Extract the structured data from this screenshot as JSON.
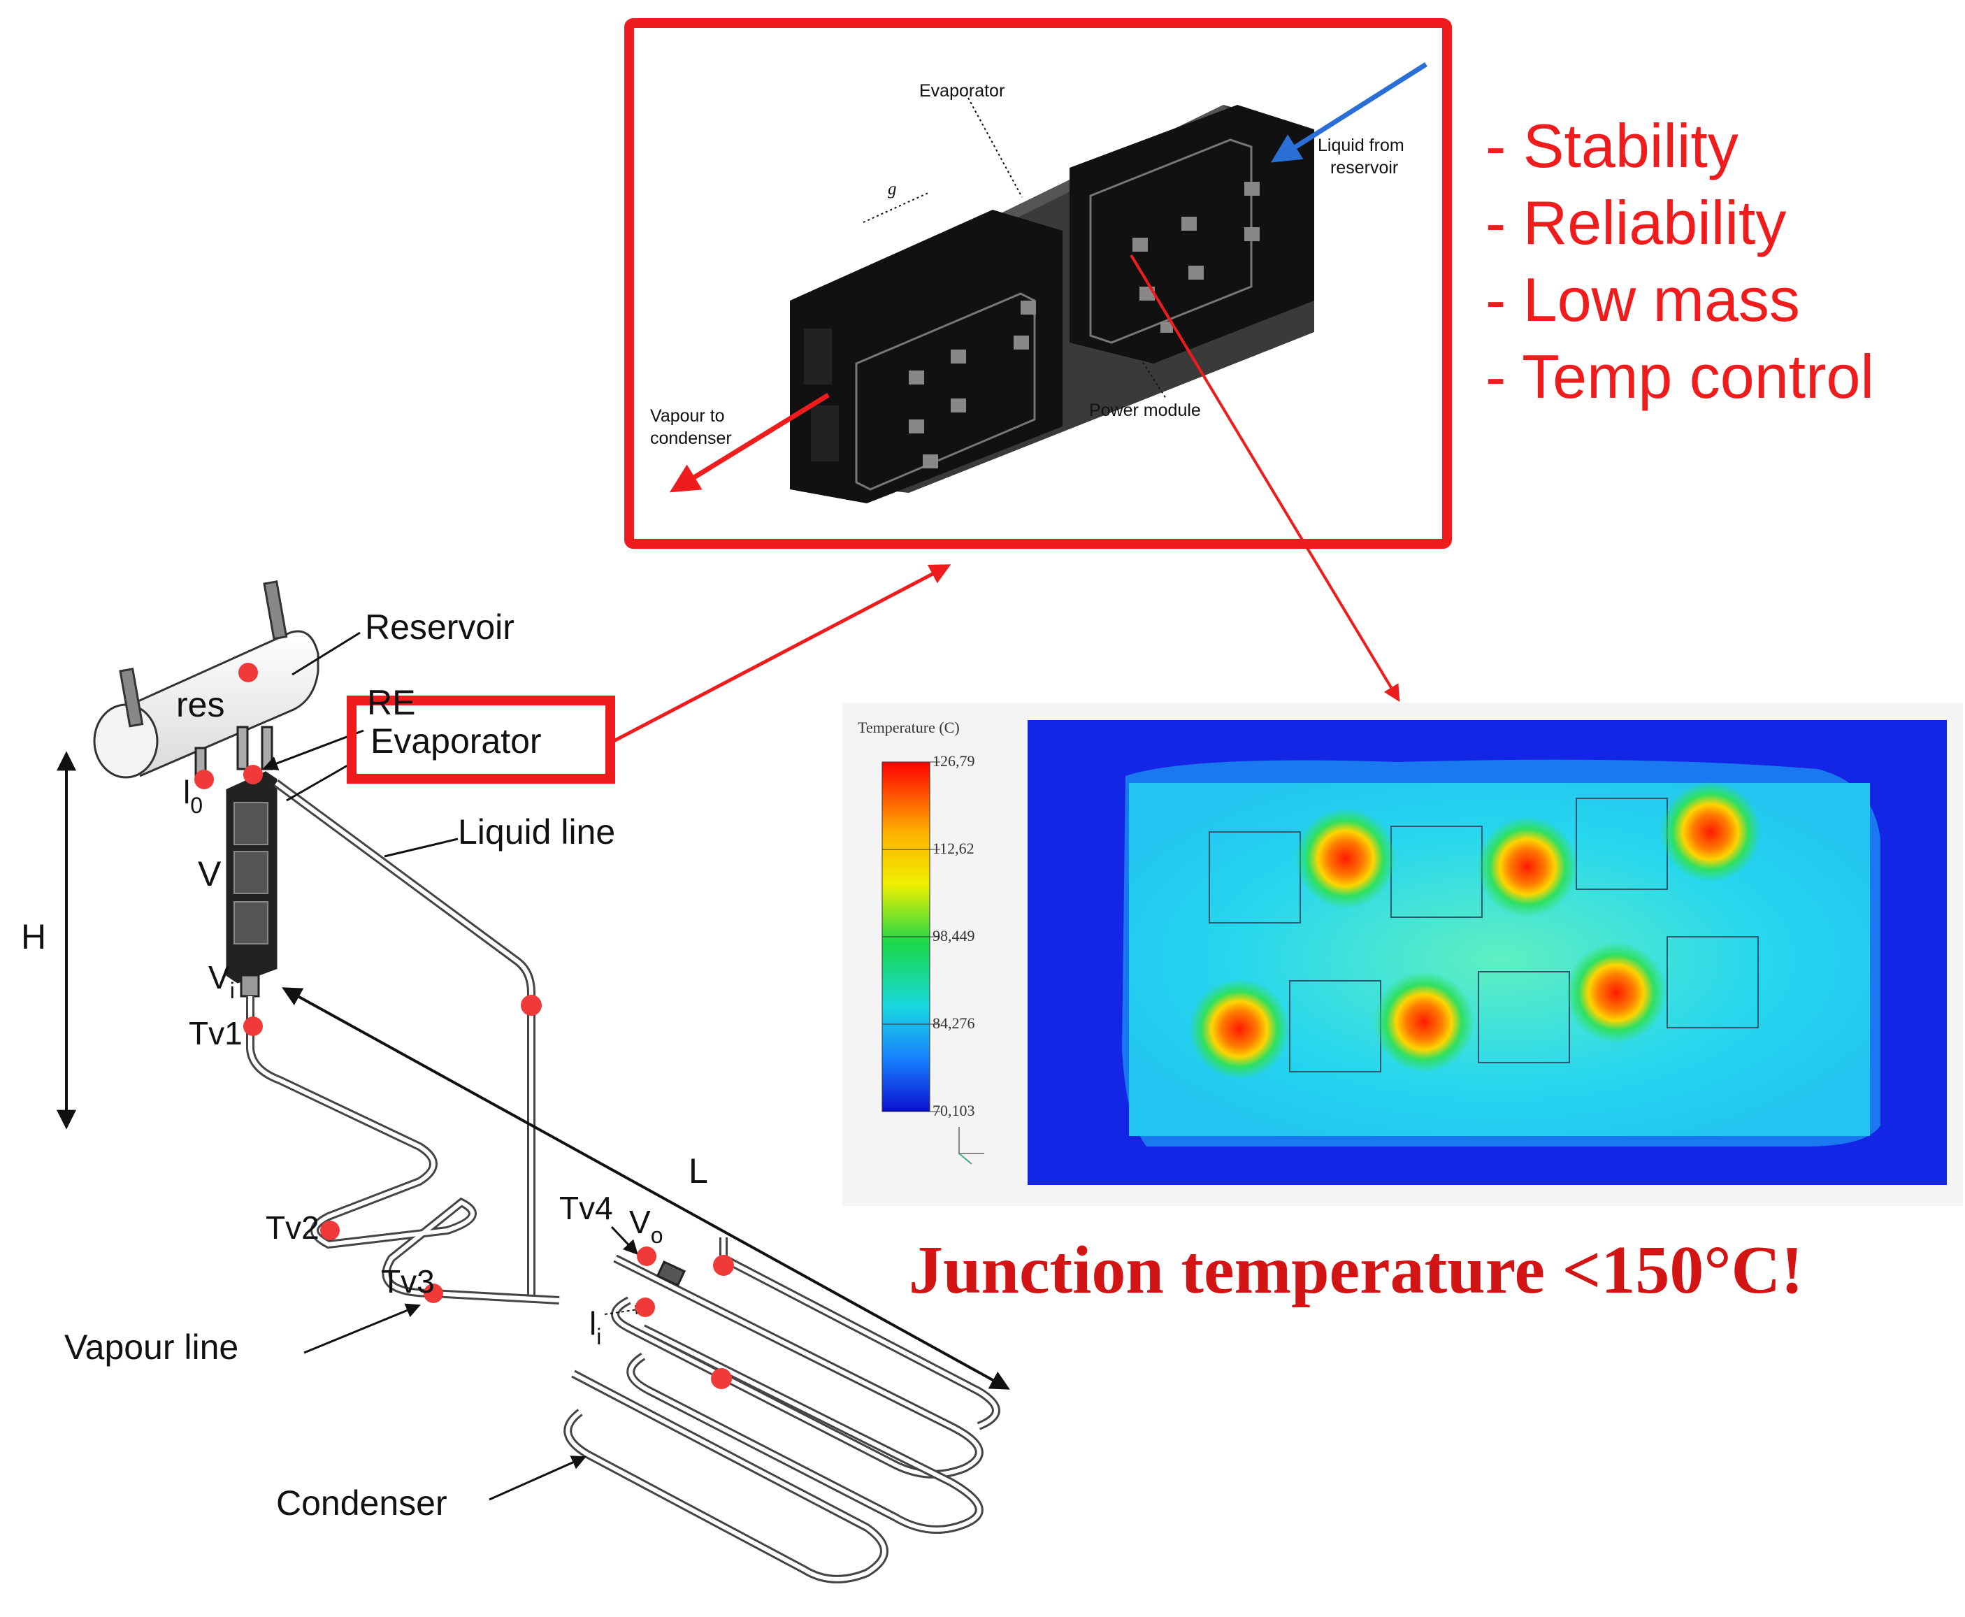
{
  "labels": {
    "reservoir": "Reservoir",
    "res": "res",
    "re": "RE",
    "evaporator": "Evaporator",
    "liquid_line": "Liquid line",
    "v": "V",
    "h": "H",
    "l": "L",
    "vi": "V",
    "vi_sub": "i",
    "lo": "l",
    "lo_sub": "0",
    "tv1": "Tv1",
    "tv2": "Tv2",
    "tv3": "Tv3",
    "tv4": "Tv4",
    "vo": "V",
    "vo_sub": "o",
    "li": "l",
    "li_sub": "i",
    "vapour_line": "Vapour line",
    "condenser": "Condenser"
  },
  "detail": {
    "evaporator": "Evaporator",
    "liquid_from": "Liquid from",
    "reservoir": "reservoir",
    "g": "g",
    "vapour_to": "Vapour to",
    "condenser": "condenser",
    "power_module": "Power module"
  },
  "features": [
    "- Stability",
    "- Reliability",
    "- Low mass",
    "- Temp control"
  ],
  "colorbar": {
    "title": "Temperature (C)",
    "ticks": [
      "126,79",
      "112,62",
      "98,449",
      "84,276",
      "70,103"
    ]
  },
  "junction": "Junction temperature <150°C!",
  "colors": {
    "accent_red": "#ee1c1c",
    "arrow_blue": "#2a6fd6",
    "sensor_dot": "#f03a3a"
  }
}
